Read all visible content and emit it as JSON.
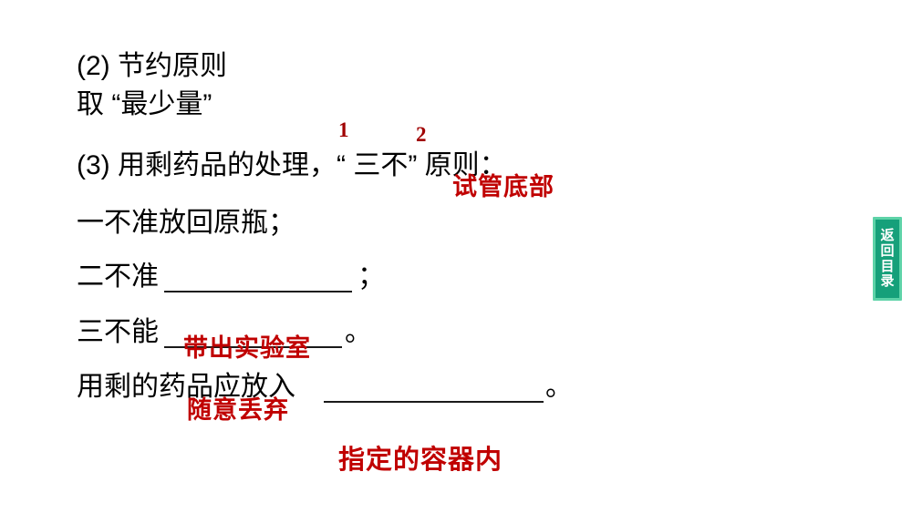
{
  "slide": {
    "background_color": "#FFFFFF",
    "text_color": "#000000",
    "annotation_color": "#C00000",
    "numeral_color": "#A00000",
    "tab_color": "#16A07A",
    "tab_border_color": "#5ED3A8"
  },
  "content": {
    "heading_2": "(2) 节约原则",
    "rule_2": "取 “最少量”",
    "heading_3": "(3) 用剩药品的处理，“ 三不” 原则：",
    "rule_3_1": "一不准放回原瓶；",
    "rule_3_2_prefix": "二不准",
    "rule_3_2_suffix": "；",
    "rule_3_3_prefix": "三不能",
    "rule_3_3_suffix": "。",
    "closing_prefix": "用剩的药品应放入",
    "closing_suffix": "。"
  },
  "numerals": {
    "one": "1",
    "two": "2"
  },
  "annotations": {
    "answer_test_tube_bottom": "试管底部",
    "answer_random_discard": "随意丢弃",
    "answer_take_out_of_lab": "带出实验室",
    "answer_designated_container": "指定的容器内"
  },
  "return_tab": {
    "label": "返回目录",
    "chars": [
      "返",
      "回",
      "目",
      "录"
    ]
  }
}
